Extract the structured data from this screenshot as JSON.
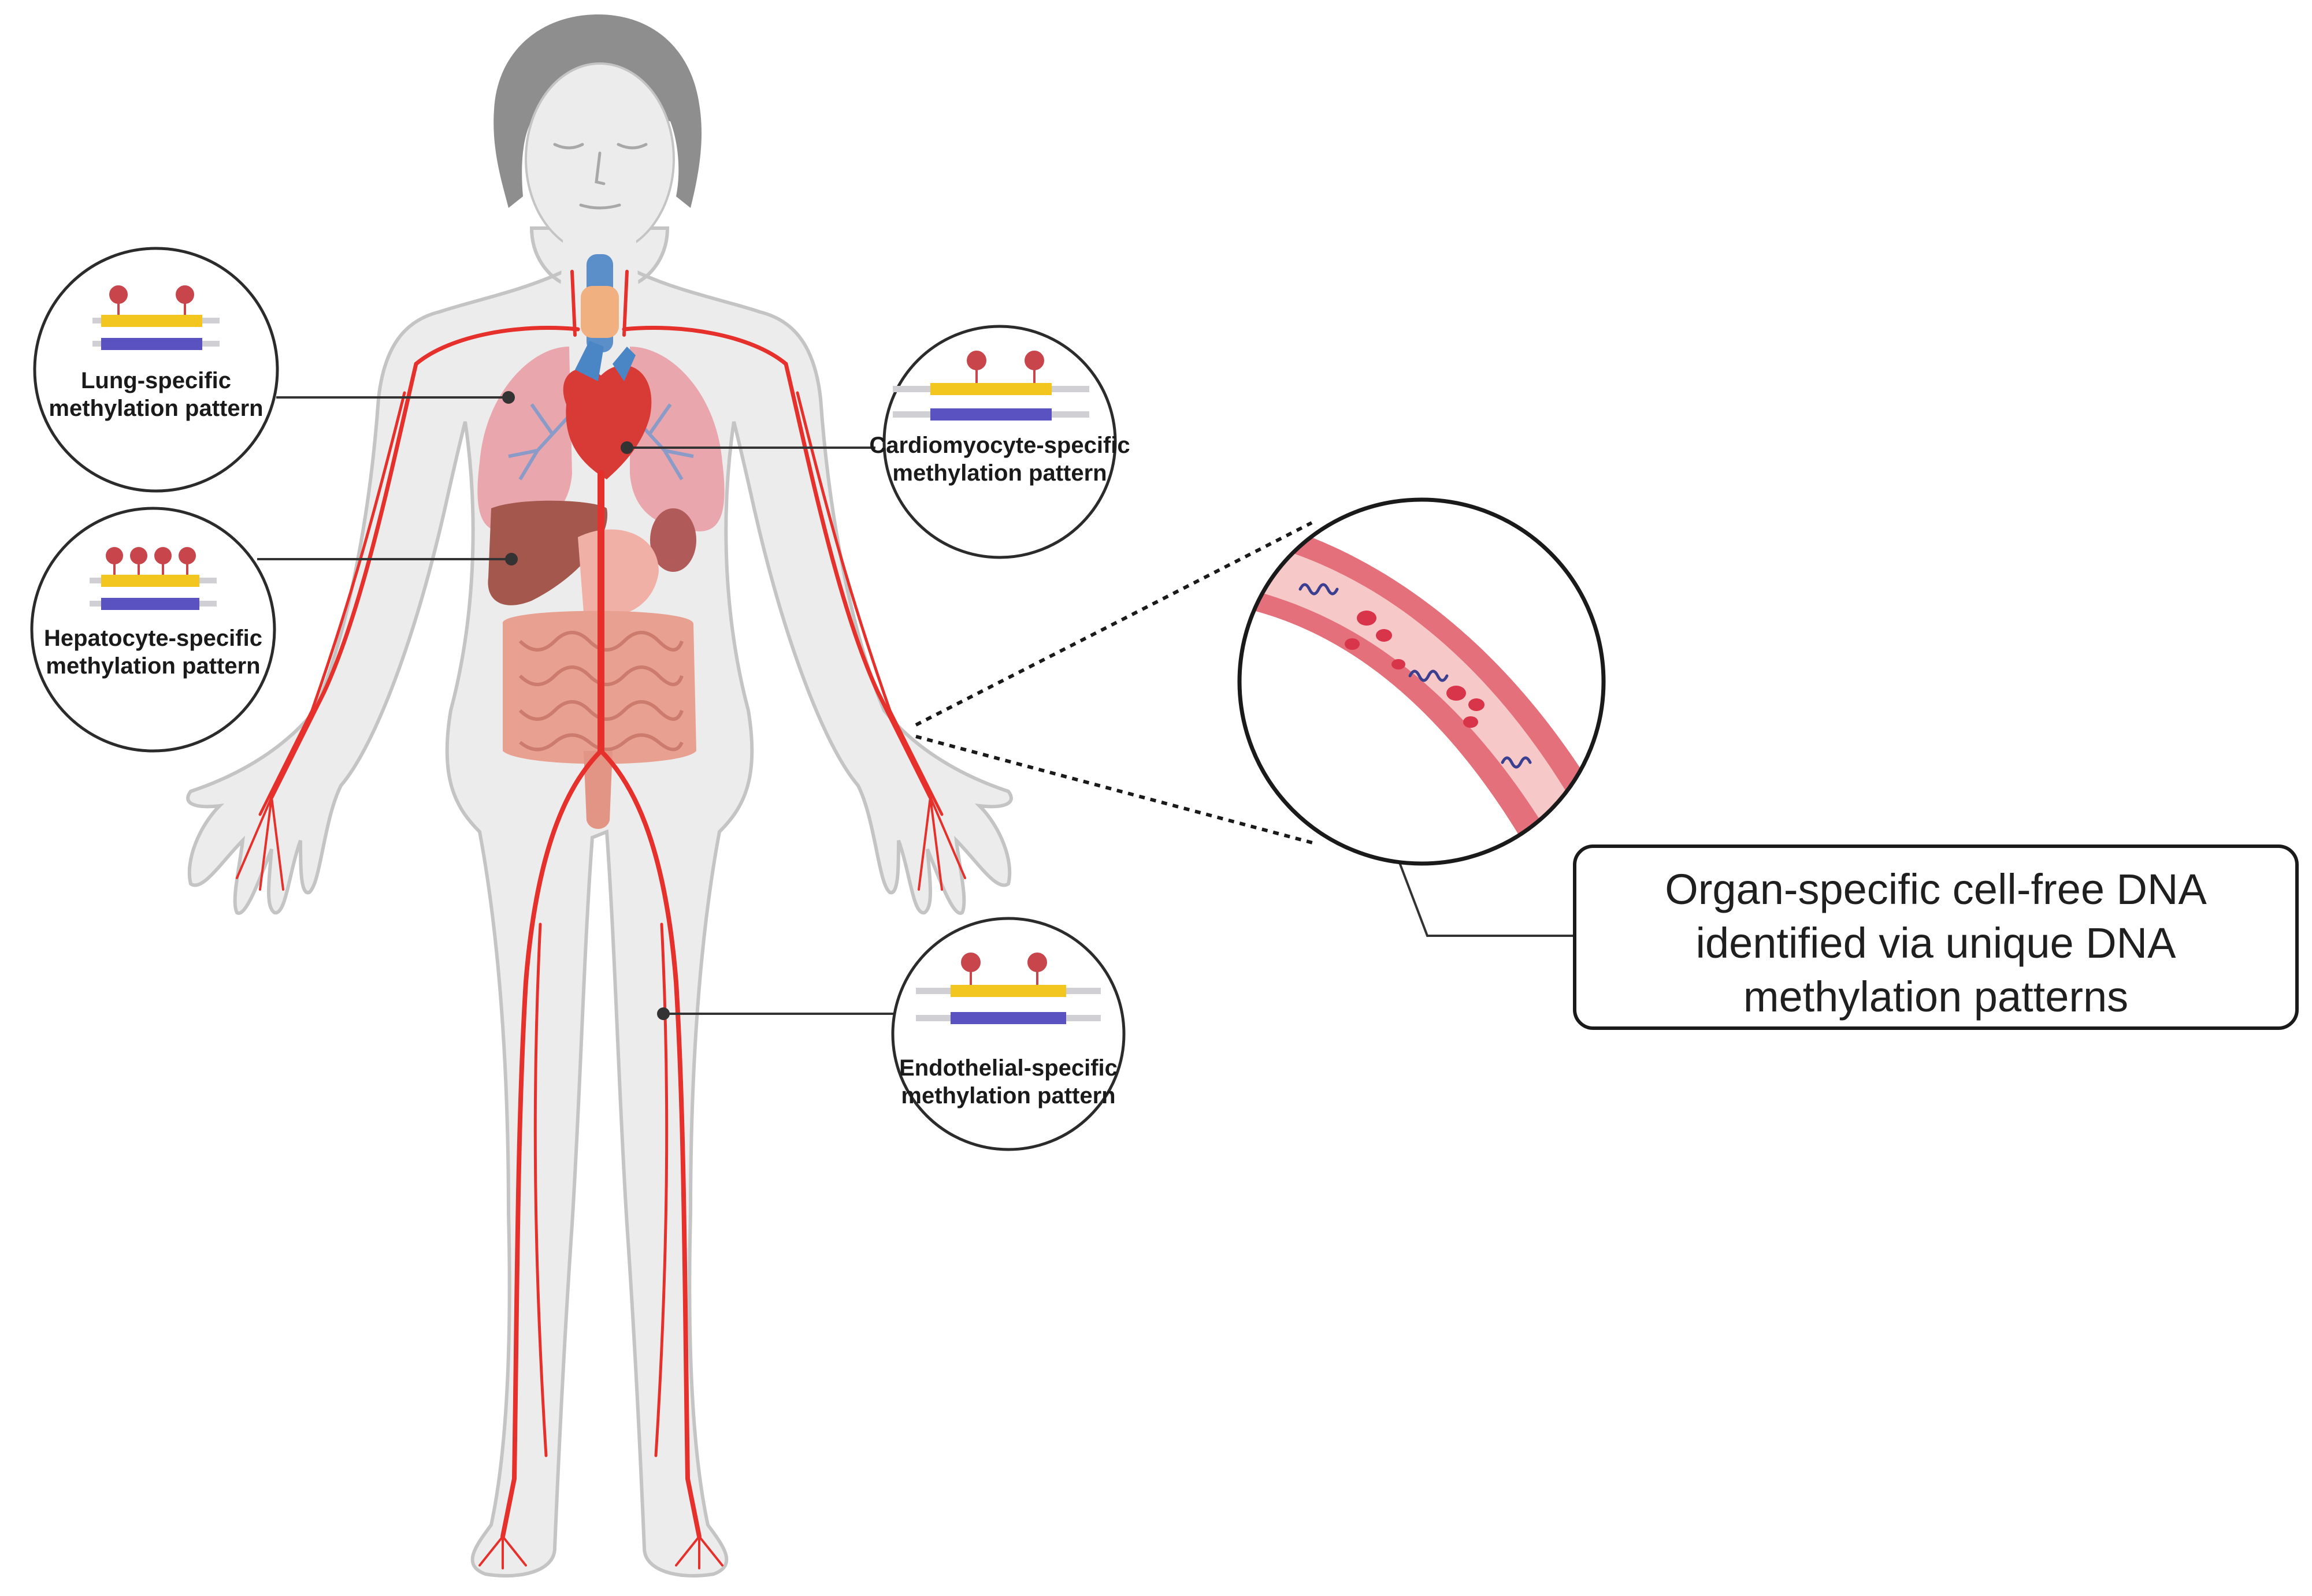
{
  "figure": {
    "colors": {
      "artery": "#e5302c",
      "vein_blue": "#4a86c5",
      "body_skin": "#ececec",
      "body_outline": "#c4c4c4",
      "hair": "#8e8e8e",
      "lungs": "#e9a7ad",
      "liver": "#a4574c",
      "intestine": "#e8a090",
      "heart": "#d83a35",
      "methyl_pin": "#c8464b",
      "dna_gold": "#f2c61f",
      "dna_blue": "#5a52c0",
      "dna_gray": "#cfcfd4",
      "vessel_wall": "#e3707b",
      "vessel_lumen": "#f7c8c8",
      "red_cell": "#d8344a",
      "connector": "#333333"
    }
  },
  "callouts": {
    "lung": {
      "line1": "Lung-specific",
      "line2": "methylation pattern",
      "pins": 2
    },
    "cardio": {
      "line1": "Cardiomyocyte-specific",
      "line2": "methylation pattern",
      "pins": 2
    },
    "hepato": {
      "line1": "Hepatocyte-specific",
      "line2": "methylation pattern",
      "pins": 4
    },
    "endo": {
      "line1": "Endothelial-specific",
      "line2": "methylation pattern",
      "pins": 2
    }
  },
  "cfdna_box": {
    "line1": "Organ-specific cell-free DNA",
    "line2": "identified via unique DNA",
    "line3": "methylation patterns"
  }
}
